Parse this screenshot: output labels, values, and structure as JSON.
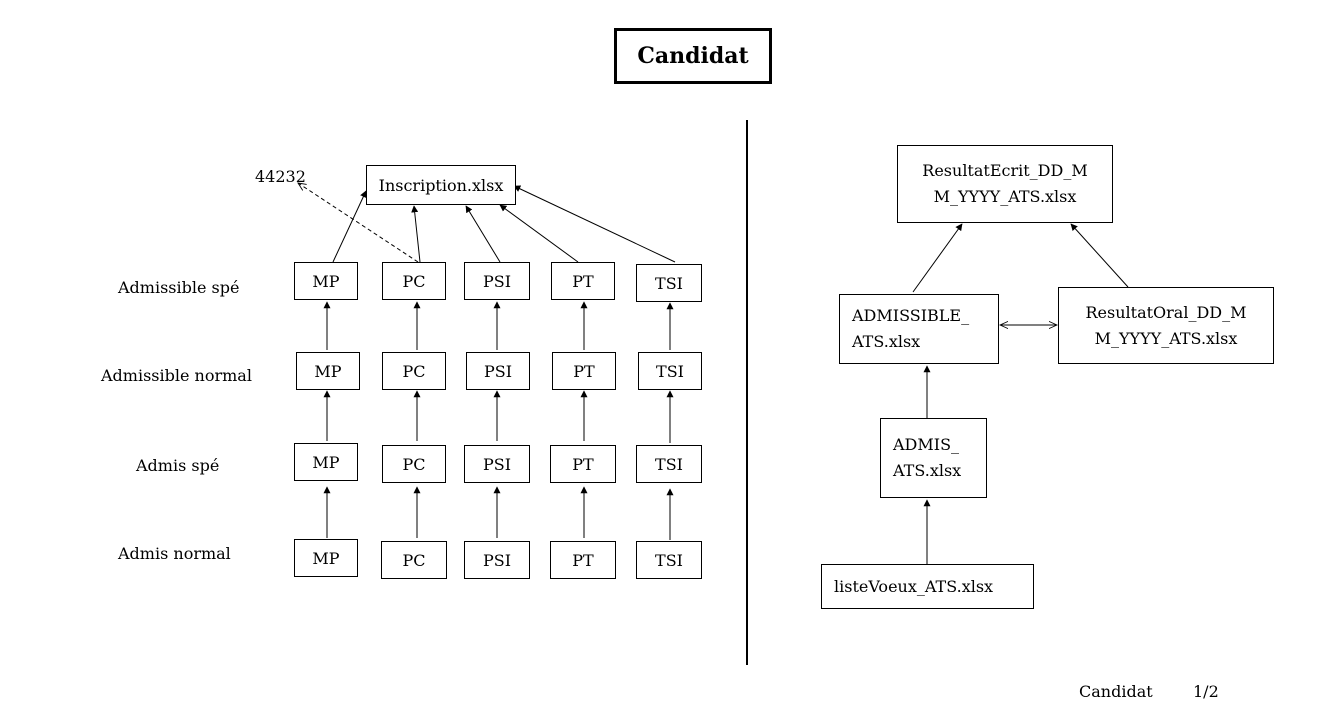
{
  "title": "Candidat",
  "left": {
    "root": "Inscription.xlsx",
    "side_label": "44232",
    "rows": [
      {
        "label": "Admissible spé",
        "items": [
          "MP",
          "PC",
          "PSI",
          "PT",
          "TSI"
        ]
      },
      {
        "label": "Admissible normal",
        "items": [
          "MP",
          "PC",
          "PSI",
          "PT",
          "TSI"
        ]
      },
      {
        "label": "Admis spé",
        "items": [
          "MP",
          "PC",
          "PSI",
          "PT",
          "TSI"
        ]
      },
      {
        "label": "Admis normal",
        "items": [
          "MP",
          "PC",
          "PSI",
          "PT",
          "TSI"
        ]
      }
    ]
  },
  "right": {
    "resultat_ecrit": [
      "ResultatEcrit_DD_M",
      "M_YYYY_ATS.xlsx"
    ],
    "admissible": [
      "ADMISSIBLE_",
      "ATS.xlsx"
    ],
    "resultat_oral": [
      "ResultatOral_DD_M",
      "M_YYYY_ATS.xlsx"
    ],
    "admis": [
      "ADMIS_",
      "ATS.xlsx"
    ],
    "liste_voeux": "listeVoeux_ATS.xlsx"
  },
  "footer": {
    "name": "Candidat",
    "page": "1/2"
  }
}
